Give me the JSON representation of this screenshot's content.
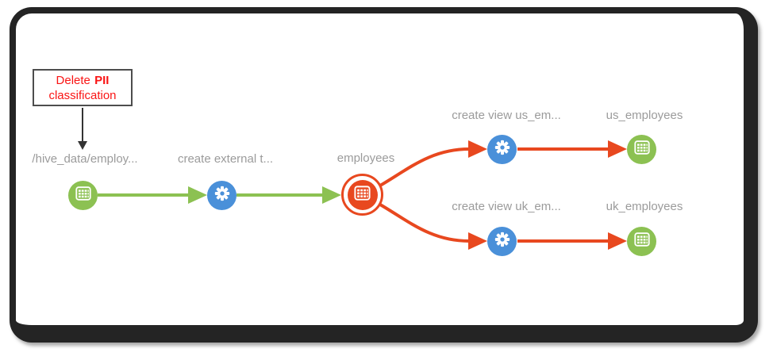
{
  "callout": {
    "text_regular": "Delete",
    "text_bold": "PII",
    "line2": "classification"
  },
  "nodes": [
    {
      "id": "hive-data-source",
      "label": "/hive_data/employ...",
      "kind": "hdfs-directory",
      "color": "green"
    },
    {
      "id": "create-external-table-op",
      "label": "create external t...",
      "kind": "operation",
      "color": "blue"
    },
    {
      "id": "employees-table",
      "label": "employees",
      "kind": "table",
      "color": "orange",
      "highlighted": true
    },
    {
      "id": "create-view-us-op",
      "label": "create view us_em...",
      "kind": "operation",
      "color": "blue"
    },
    {
      "id": "us-employees-table",
      "label": "us_employees",
      "kind": "table",
      "color": "green"
    },
    {
      "id": "create-view-uk-op",
      "label": "create view uk_em...",
      "kind": "operation",
      "color": "blue"
    },
    {
      "id": "uk-employees-table",
      "label": "uk_employees",
      "kind": "table",
      "color": "green"
    }
  ],
  "edges": [
    {
      "from": "hive-data-source",
      "to": "create-external-table-op",
      "color": "#8cc152"
    },
    {
      "from": "create-external-table-op",
      "to": "employees-table",
      "color": "#8cc152"
    },
    {
      "from": "employees-table",
      "to": "create-view-us-op",
      "color": "#e8481f"
    },
    {
      "from": "employees-table",
      "to": "create-view-uk-op",
      "color": "#e8481f"
    },
    {
      "from": "create-view-us-op",
      "to": "us-employees-table",
      "color": "#e8481f"
    },
    {
      "from": "create-view-uk-op",
      "to": "uk-employees-table",
      "color": "#e8481f"
    }
  ],
  "colors": {
    "green": "#8cc152",
    "blue": "#4a90d9",
    "orange": "#e8481f",
    "label_gray": "#9b9b9b",
    "callout_red": "#fa1414",
    "frame": "#242424"
  }
}
